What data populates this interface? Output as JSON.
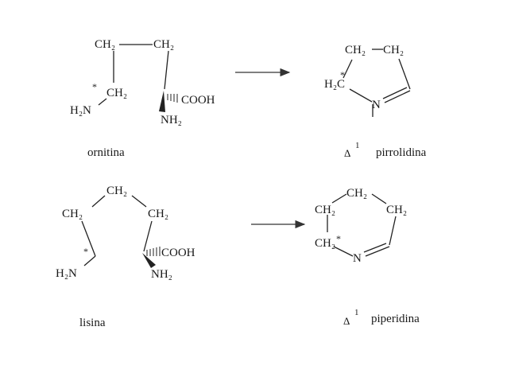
{
  "reaction_1": {
    "reactant": {
      "atoms": {
        "ch2_top_left": "CH₂",
        "ch2_top_right": "CH₂",
        "ch2_mid": "CH₂",
        "amine_left": "H₂N",
        "cooh": "COOH",
        "nh2": "NH₂",
        "star": "*"
      },
      "caption": "ornitina"
    },
    "product": {
      "atoms": {
        "ch2_top_left": "CH₂",
        "ch2_top_right": "CH₂",
        "h2c": "H₂C",
        "n": "N",
        "star": "*"
      },
      "caption_symbol": "Δ",
      "caption_superscript": "1",
      "caption": "pirrolidina"
    }
  },
  "reaction_2": {
    "reactant": {
      "atoms": {
        "ch2_top": "CH₂",
        "ch2_left": "CH₂",
        "ch2_right": "CH₂",
        "amine_left": "H₂N",
        "cooh": "COOH",
        "nh2": "NH₂",
        "star": "*"
      },
      "caption": "lisina"
    },
    "product": {
      "atoms": {
        "ch2_top": "CH₂",
        "ch2_left": "CH₂",
        "ch2_right": "CH₂",
        "ch2_bottom": "CH₂",
        "n": "N",
        "star": "*"
      },
      "caption_symbol": "Δ",
      "caption_superscript": "1",
      "caption": "piperidina"
    }
  },
  "colors": {
    "ink": "#1a1a1a",
    "background": "#ffffff"
  }
}
